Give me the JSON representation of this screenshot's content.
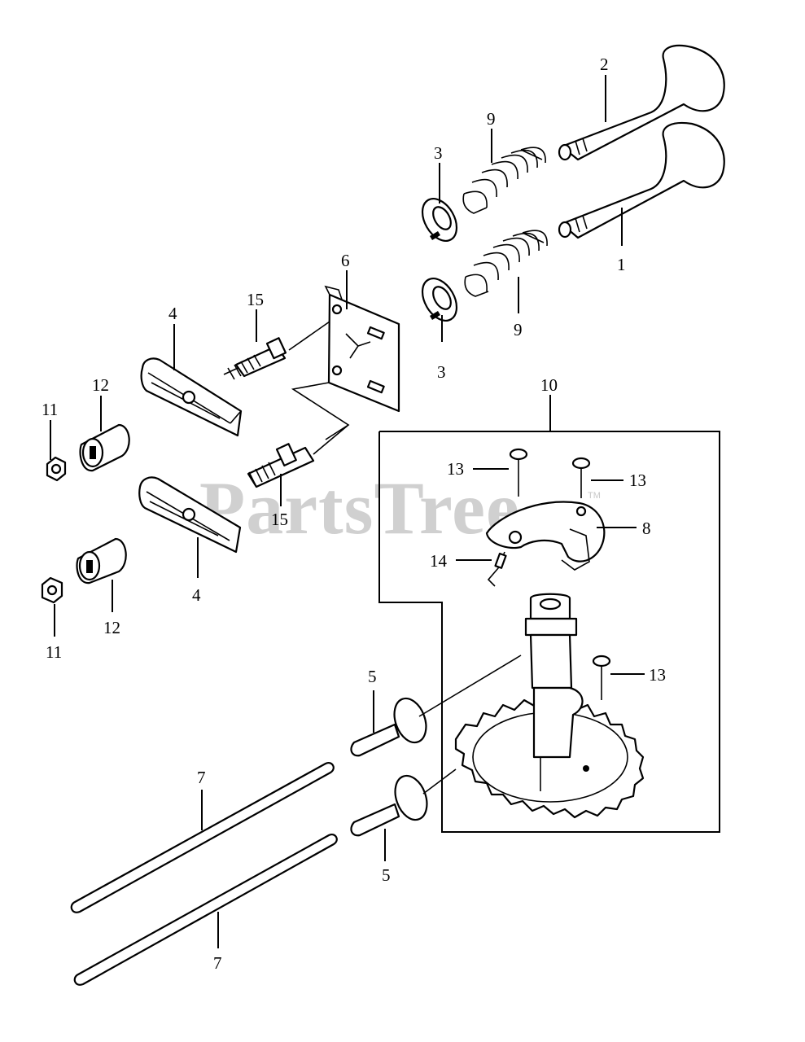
{
  "watermark": {
    "text": "PartsTree",
    "trademark": "TM"
  },
  "callouts": {
    "c1": "1",
    "c2": "2",
    "c3a": "3",
    "c3b": "3",
    "c4a": "4",
    "c4b": "4",
    "c5a": "5",
    "c5b": "5",
    "c6": "6",
    "c7a": "7",
    "c7b": "7",
    "c8": "8",
    "c9a": "9",
    "c9b": "9",
    "c10": "10",
    "c11a": "11",
    "c11b": "11",
    "c12a": "12",
    "c12b": "12",
    "c13a": "13",
    "c13b": "13",
    "c13c": "13",
    "c14": "14",
    "c15a": "15",
    "c15b": "15"
  },
  "colors": {
    "line": "#000000",
    "watermark": "#d0d0d0",
    "background": "#ffffff"
  }
}
